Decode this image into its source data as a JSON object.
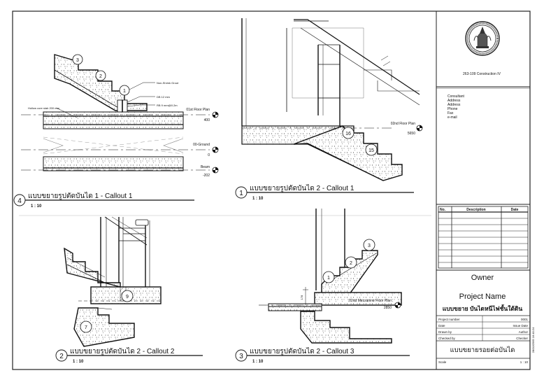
{
  "views": [
    {
      "number": "4",
      "title": "แบบขยายรูปตัดบันได 1 - Callout 1",
      "scale": "1 : 10"
    },
    {
      "number": "1",
      "title": "แบบขยายรูปตัดบันได 2 - Callout 1",
      "scale": "1 : 10"
    },
    {
      "number": "2",
      "title": "แบบขยายรูปตัดบันได 2 - Callout 2",
      "scale": "1 : 10"
    },
    {
      "number": "3",
      "title": "แบบขยายรูปตัดบันได 2 - Callout 3",
      "scale": "1 : 10"
    }
  ],
  "view4": {
    "callouts": [
      "3",
      "2",
      "1"
    ],
    "notes": {
      "grout": "Non-Shrink Grout",
      "db": "DB 12 mm",
      "rb": "RB 9 mm@0.2m",
      "hollow": "Hollow core slab 200 mm"
    },
    "levels": [
      {
        "name": "01st Floor Plan",
        "value": "400"
      },
      {
        "name": "00-Ground",
        "value": "0"
      },
      {
        "name": "Beam",
        "value": "-202"
      }
    ]
  },
  "view1": {
    "callouts": [
      "16",
      "15"
    ],
    "level": {
      "name": "02nd Floor Plan",
      "value": "5650"
    }
  },
  "view2": {
    "callouts": [
      "9",
      "7"
    ]
  },
  "view3": {
    "callouts": [
      "3",
      "2",
      "1"
    ],
    "level": {
      "name": "02nd Mezzanine Floor Plan",
      "value": "2850"
    },
    "dim": "178"
  },
  "title_block": {
    "project_code": "263-109  Construction IV",
    "consultant": [
      "Consultant",
      "Address",
      "Address",
      "Phone",
      "Fax",
      "e-mail"
    ],
    "rev_headers": [
      "No.",
      "Description",
      "Date"
    ],
    "owner": "Owner",
    "project_name": "Project Name",
    "sheet_subtitle": "แบบขยาย บันไดหนีไฟชั้นใต้ดิน",
    "fields": [
      {
        "label": "Project number",
        "value": "0001"
      },
      {
        "label": "Date",
        "value": "Issue Date"
      },
      {
        "label": "Drawn by",
        "value": "Author"
      },
      {
        "label": "Checked by",
        "value": "Checker"
      }
    ],
    "sheet_title": "แบบขยายรอยต่อบันได",
    "scale_label": "Scale",
    "scale_value": "1 : 10",
    "timestamp": "28/10/2565 16:40:24"
  }
}
